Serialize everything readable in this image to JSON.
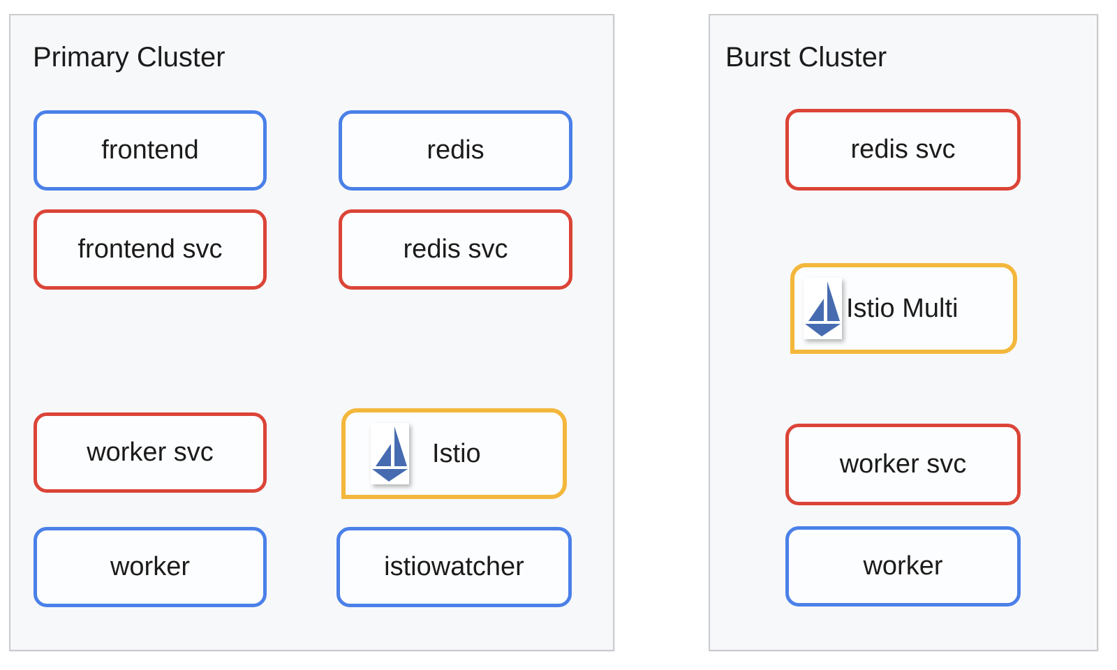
{
  "diagram": {
    "description": "Two Kubernetes cluster boxes showing services, deployments and Istio components"
  },
  "colors": {
    "deployment_border_blue": "#4a80e8",
    "service_border_red": "#db4437",
    "istio_border_yellow": "#f3b73c",
    "istio_logo_blue": "#466bb0",
    "cluster_background": "#f7f8fa",
    "cluster_border_gray": "#c9cbce",
    "node_background": "#fcfdfe",
    "text": "#1b1b1b"
  },
  "clusters": [
    {
      "title": "Primary Cluster",
      "nodes": [
        {
          "label": "frontend",
          "kind": "deployment",
          "border": "blue"
        },
        {
          "label": "redis",
          "kind": "deployment",
          "border": "blue"
        },
        {
          "label": "frontend svc",
          "kind": "service",
          "border": "red"
        },
        {
          "label": "redis svc",
          "kind": "service",
          "border": "red"
        },
        {
          "label": "worker svc",
          "kind": "service",
          "border": "red"
        },
        {
          "label": "Istio",
          "kind": "istio",
          "border": "yellow",
          "icon": "istio-sailboat-logo"
        },
        {
          "label": "worker",
          "kind": "deployment",
          "border": "blue"
        },
        {
          "label": "istiowatcher",
          "kind": "deployment",
          "border": "blue"
        }
      ]
    },
    {
      "title": "Burst Cluster",
      "nodes": [
        {
          "label": "redis svc",
          "kind": "service",
          "border": "red"
        },
        {
          "label": "Istio Multi",
          "kind": "istio",
          "border": "yellow",
          "icon": "istio-sailboat-logo"
        },
        {
          "label": "worker svc",
          "kind": "service",
          "border": "red"
        },
        {
          "label": "worker",
          "kind": "deployment",
          "border": "blue"
        }
      ]
    }
  ]
}
